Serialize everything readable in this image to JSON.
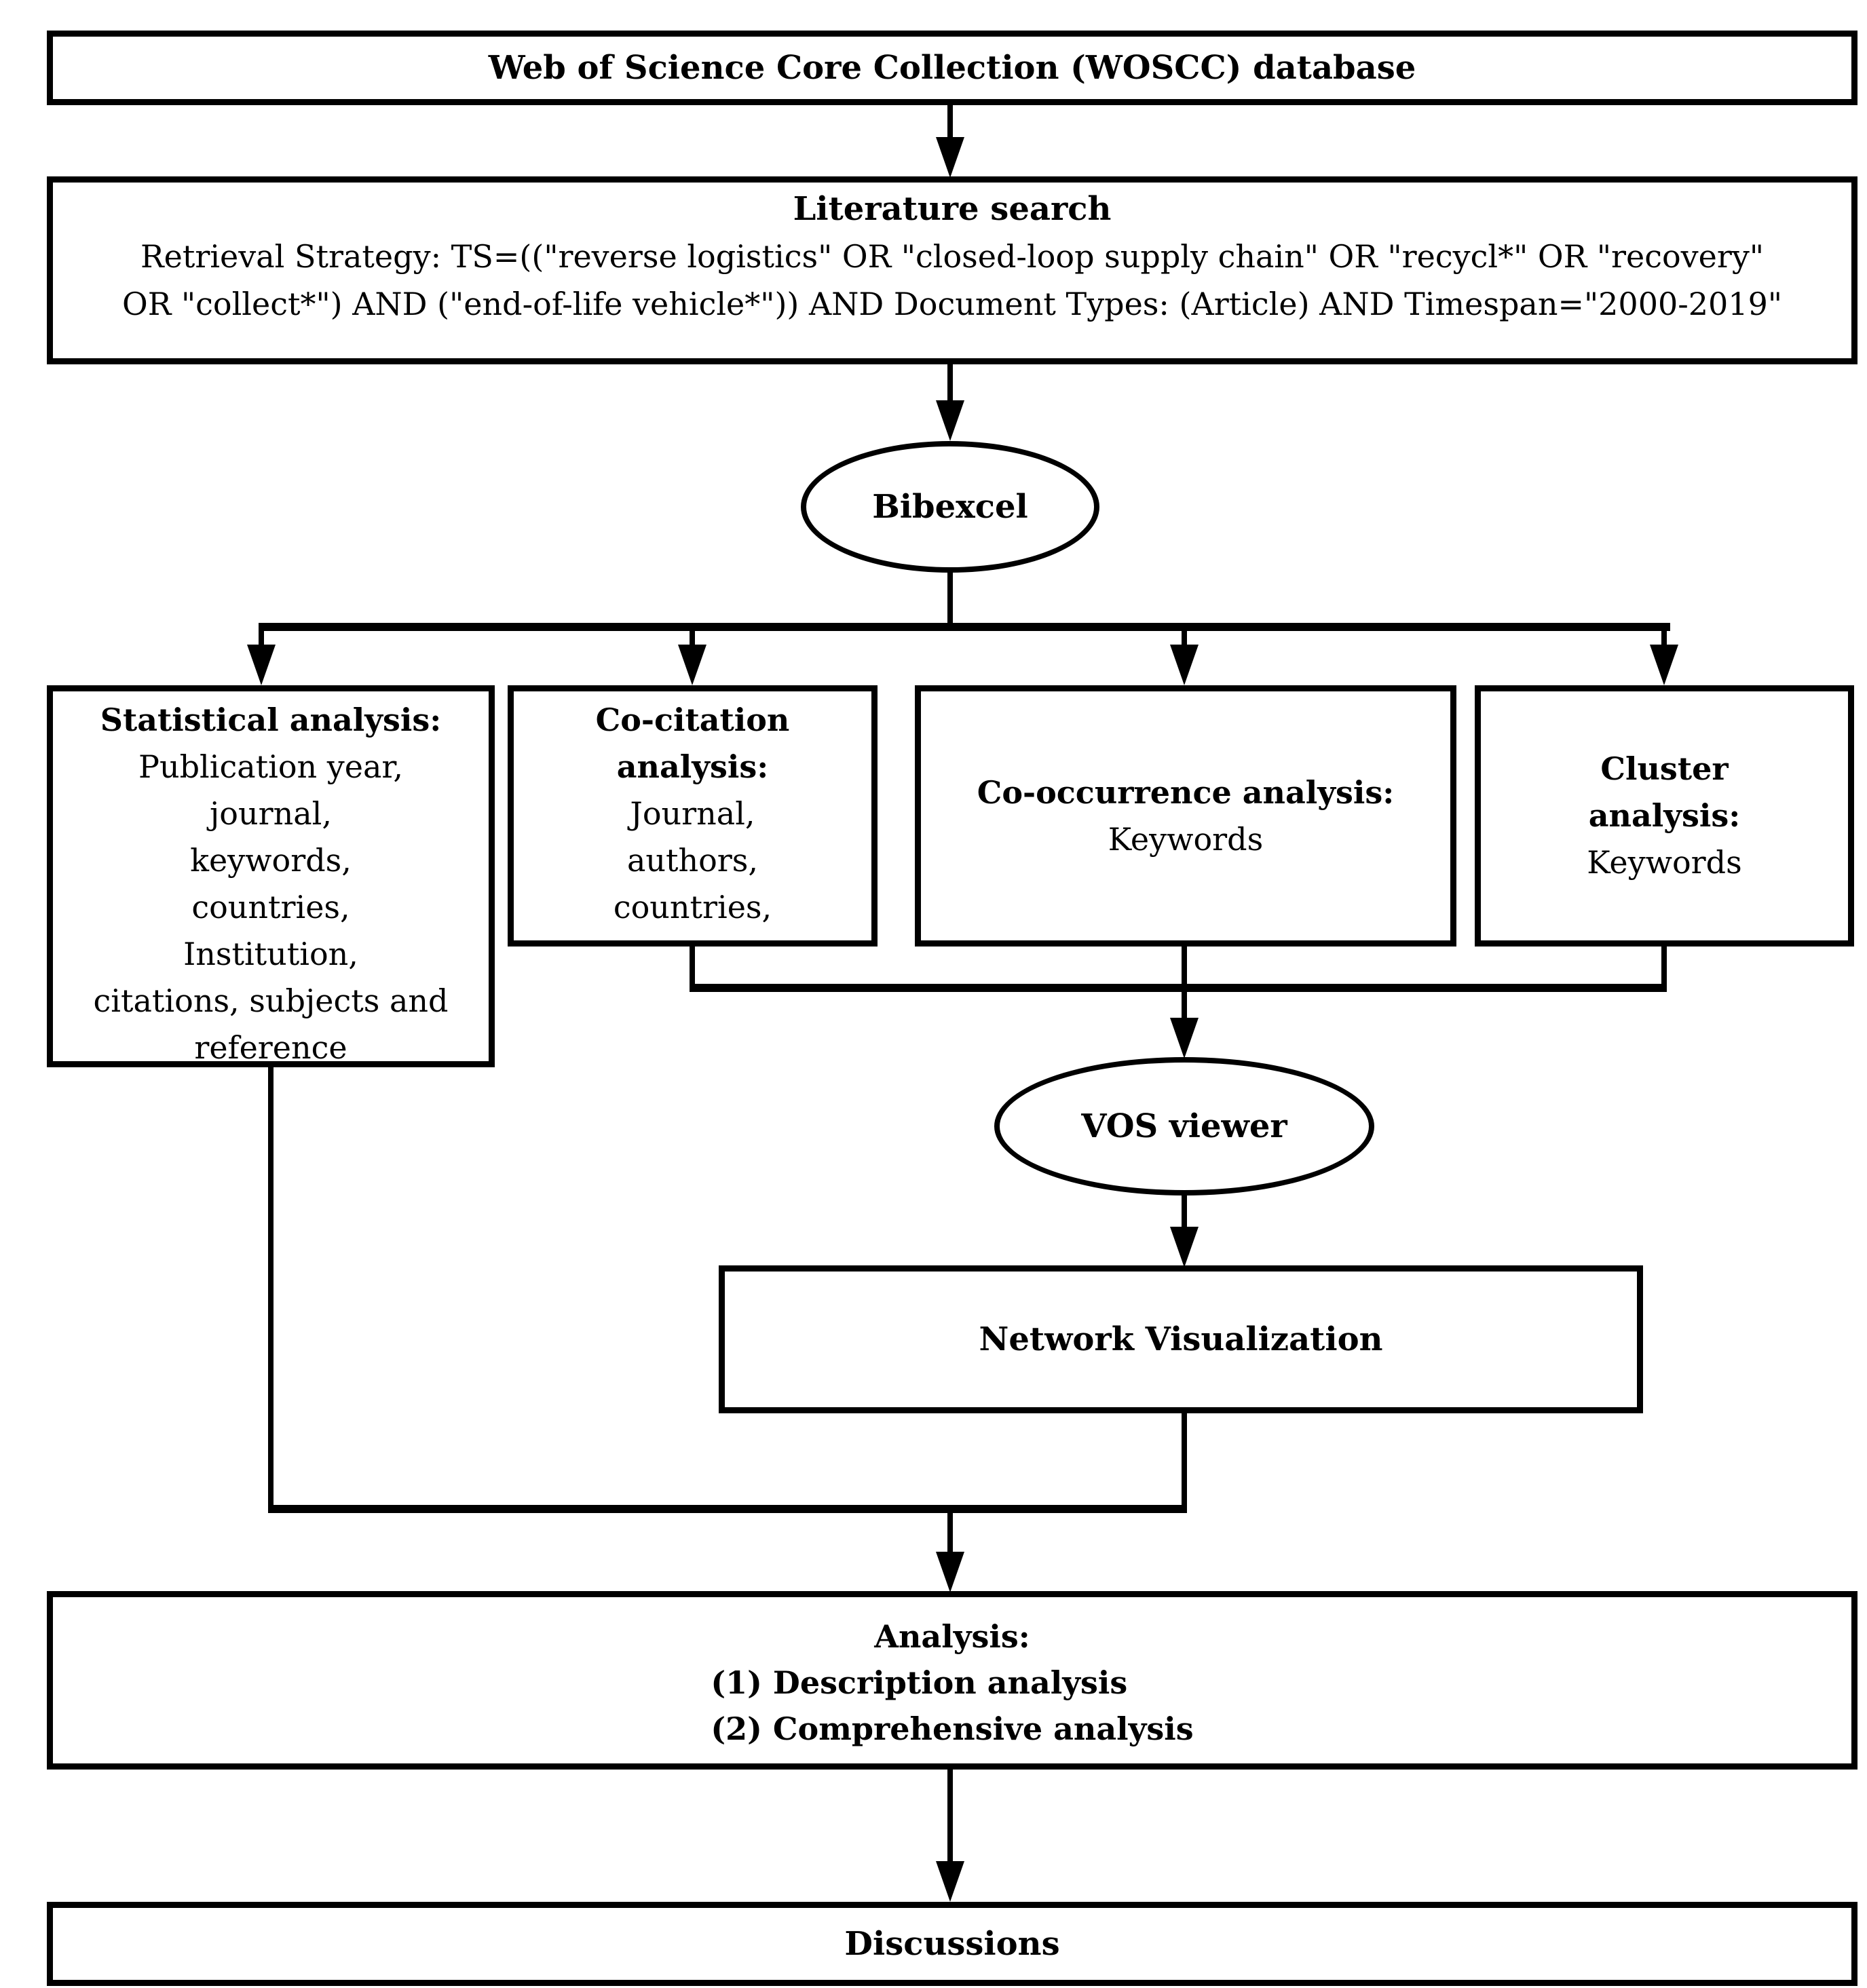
{
  "page": {
    "background_color": "#ffffff",
    "line_color": "#000000",
    "text_color": "#000000"
  },
  "diagram": {
    "woscc": {
      "text": "Web of Science Core Collection (WOSCC) database"
    },
    "literature_search": {
      "title": "Literature search",
      "body": "Retrieval Strategy: TS=((\"reverse logistics\" OR \"closed-loop supply chain\" OR \"recycl*\" OR \"recovery\" OR \"collect*\") AND (\"end-of-life vehicle*\"))  AND Document Types: (Article)  AND Timespan=\"2000-2019\""
    },
    "bibexcel": {
      "text": "Bibexcel"
    },
    "statistical": {
      "title": "Statistical analysis:",
      "lines": [
        "Publication year,",
        "journal,",
        "keywords,",
        "countries,",
        "Institution,",
        "citations, subjects and",
        "reference"
      ]
    },
    "co_citation": {
      "title_lines": [
        "Co-citation",
        "analysis:"
      ],
      "lines": [
        "Journal,",
        "authors,",
        "countries,"
      ]
    },
    "co_occurrence": {
      "title": "Co-occurrence analysis:",
      "lines": [
        "Keywords"
      ]
    },
    "cluster": {
      "title_lines": [
        "Cluster",
        "analysis:"
      ],
      "lines": [
        "Keywords"
      ]
    },
    "vos_viewer": {
      "text": "VOS viewer"
    },
    "network_visualization": {
      "text": "Network Visualization"
    },
    "analysis": {
      "title": "Analysis:",
      "items": [
        "(1) Description analysis",
        "(2) Comprehensive analysis"
      ]
    },
    "discussions": {
      "text": "Discussions"
    }
  }
}
